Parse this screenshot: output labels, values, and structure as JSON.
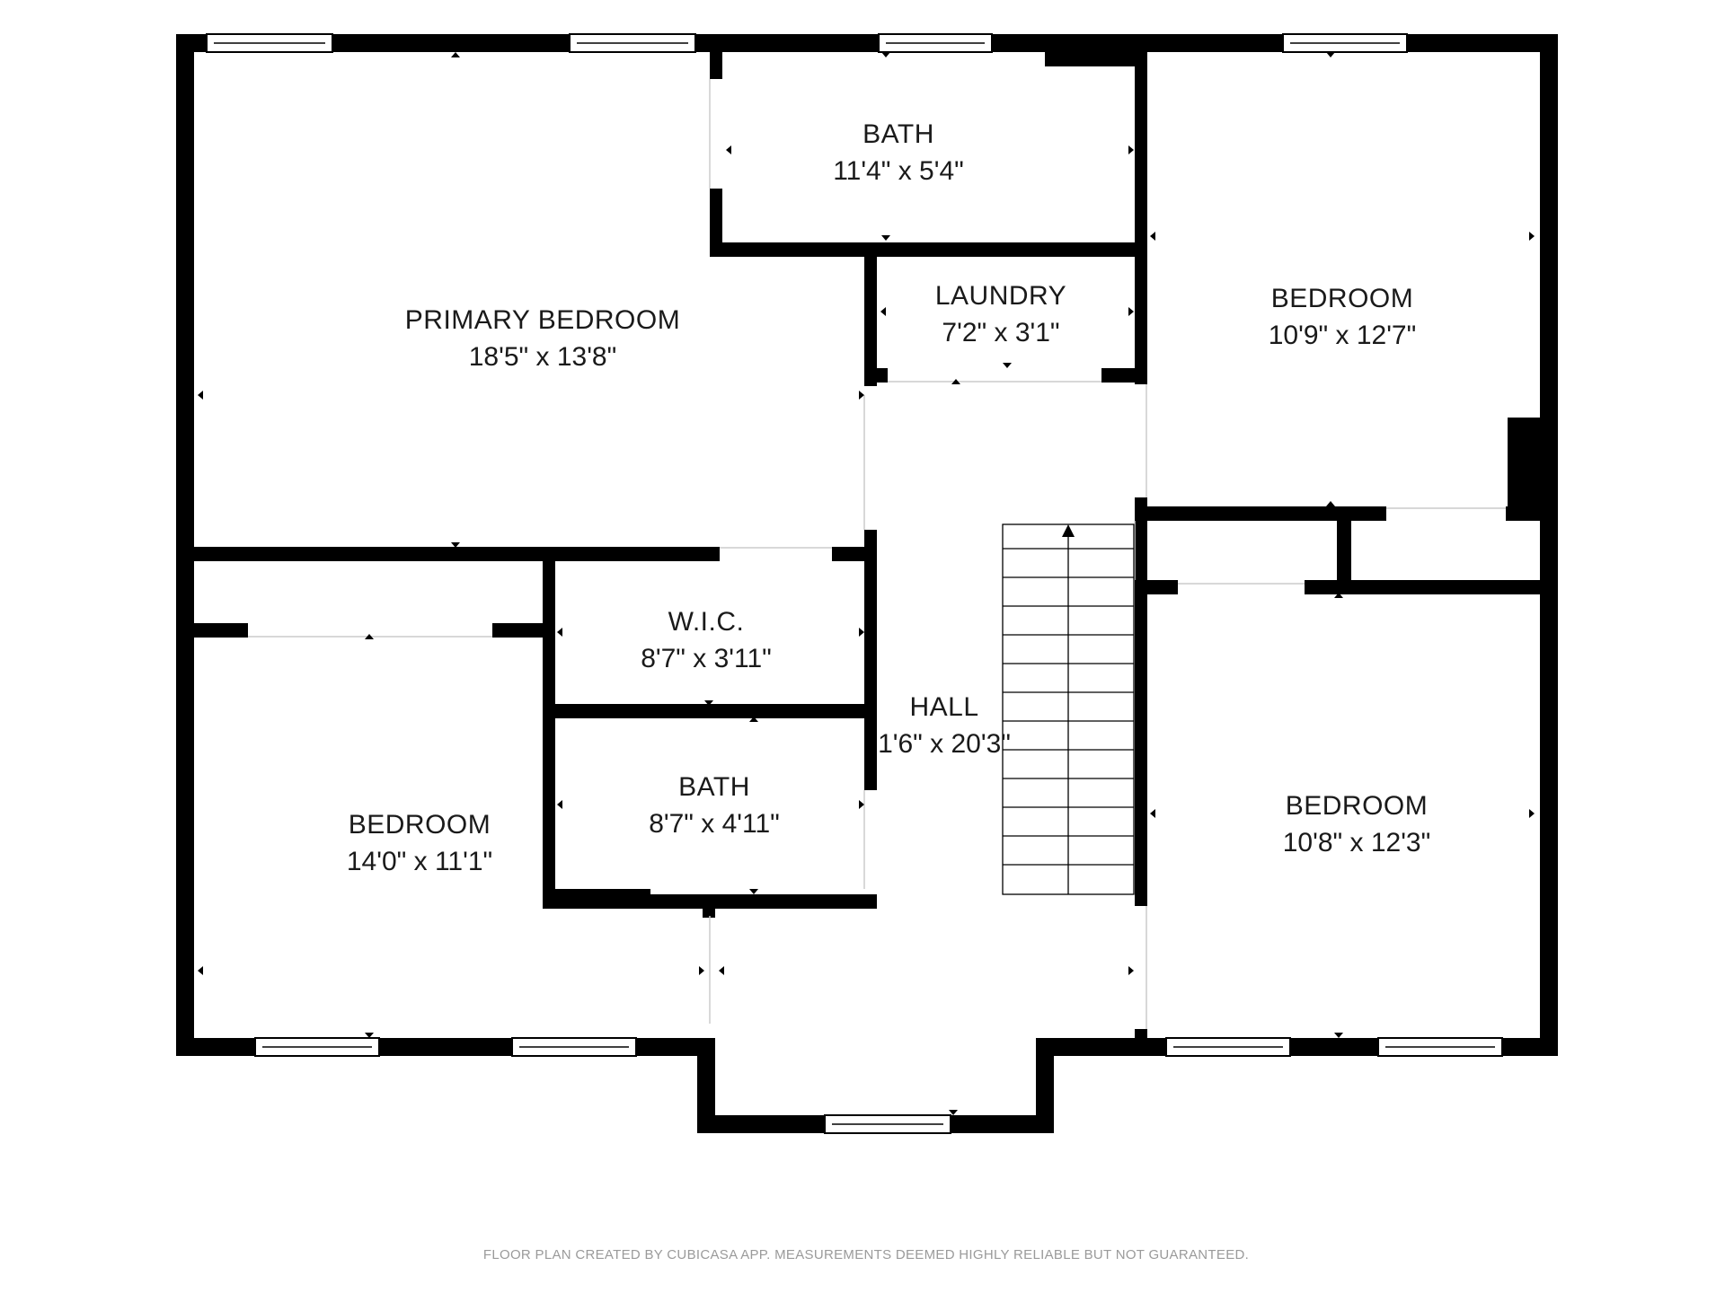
{
  "colors": {
    "wall": "#000000",
    "background": "#ffffff",
    "text": "#1a1a1a",
    "footer": "#9a9a9a"
  },
  "rooms": {
    "primary_bedroom": {
      "name": "PRIMARY BEDROOM",
      "dims": "18'5\" x 13'8\""
    },
    "bath_top": {
      "name": "BATH",
      "dims": "11'4\" x 5'4\""
    },
    "laundry": {
      "name": "LAUNDRY",
      "dims": "7'2\" x 3'1\""
    },
    "bedroom_top_right": {
      "name": "BEDROOM",
      "dims": "10'9\" x 12'7\""
    },
    "wic": {
      "name": "W.I.C.",
      "dims": "8'7\" x 3'11\""
    },
    "bath_middle": {
      "name": "BATH",
      "dims": "8'7\" x 4'11\""
    },
    "hall": {
      "name": "HALL",
      "dims": "1'6\" x 20'3\""
    },
    "bedroom_bottom_left": {
      "name": "BEDROOM",
      "dims": "14'0\" x 11'1\""
    },
    "bedroom_bottom_right": {
      "name": "BEDROOM",
      "dims": "10'8\" x 12'3\""
    }
  },
  "footer": {
    "text": "FLOOR PLAN CREATED BY CUBICASA APP. MEASUREMENTS DEEMED HIGHLY RELIABLE BUT NOT GUARANTEED."
  },
  "icons": {
    "stair_direction": "arrow-up-icon",
    "window": "window-icon"
  }
}
